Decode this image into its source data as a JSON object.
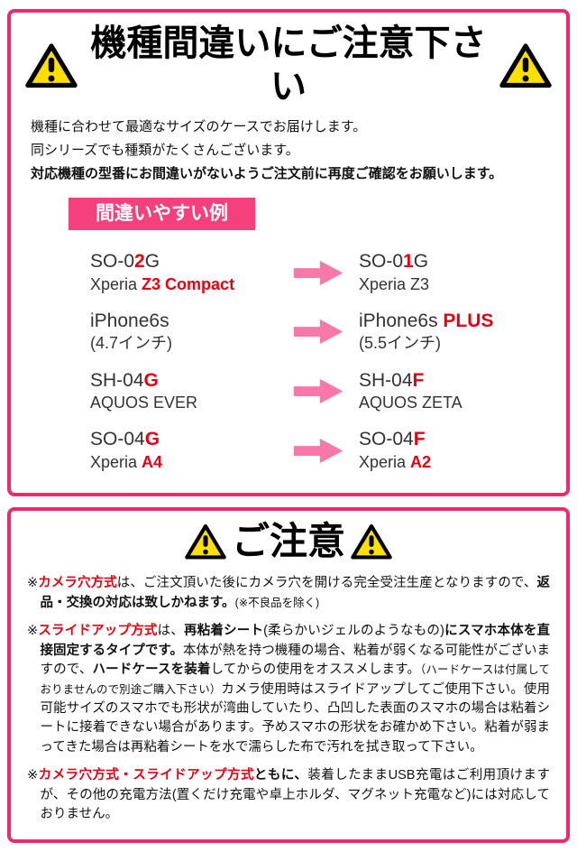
{
  "colors": {
    "border": "#ee2a6a",
    "badge": "#f4417e",
    "arrow": "#f778a9",
    "red": "#e60012"
  },
  "icons": {
    "warning": "warning-triangle",
    "arrow": "arrow-right"
  },
  "section1": {
    "title": "機種間違いにご注意下さい",
    "intro": [
      [
        {
          "t": "機種に合わせて最適なサイズのケースでお届けします。"
        }
      ],
      [
        {
          "t": "同シリーズでも種類がたくさんございます。"
        }
      ],
      [
        {
          "t": "対応機種の型番にお間違いがないようご注文前に再度ご確認をお願いします。",
          "b": true
        }
      ]
    ],
    "badge": "間違いやすい例",
    "examples": [
      {
        "wrong": {
          "line1": [
            {
              "t": "SO-0"
            },
            {
              "t": "2",
              "r": true
            },
            {
              "t": "G"
            }
          ],
          "line2": [
            {
              "t": "Xperia "
            },
            {
              "t": "Z3 Compact",
              "r": true
            }
          ]
        },
        "correct": {
          "line1": [
            {
              "t": "SO-0"
            },
            {
              "t": "1",
              "r": true
            },
            {
              "t": "G"
            }
          ],
          "line2": [
            {
              "t": "Xperia Z3"
            }
          ]
        }
      },
      {
        "wrong": {
          "line1": [
            {
              "t": "iPhone6s"
            }
          ],
          "line2": [
            {
              "t": "(4.7インチ)"
            }
          ]
        },
        "correct": {
          "line1": [
            {
              "t": "iPhone6s "
            },
            {
              "t": "PLUS",
              "r": true
            }
          ],
          "line2": [
            {
              "t": "(5.5インチ)"
            }
          ]
        }
      },
      {
        "wrong": {
          "line1": [
            {
              "t": "SH-04"
            },
            {
              "t": "G",
              "r": true
            }
          ],
          "line2": [
            {
              "t": "AQUOS EVER"
            }
          ]
        },
        "correct": {
          "line1": [
            {
              "t": "SH-04"
            },
            {
              "t": "F",
              "r": true
            }
          ],
          "line2": [
            {
              "t": "AQUOS ZETA"
            }
          ]
        }
      },
      {
        "wrong": {
          "line1": [
            {
              "t": "SO-04"
            },
            {
              "t": "G",
              "r": true
            }
          ],
          "line2": [
            {
              "t": "Xperia "
            },
            {
              "t": "A4",
              "r": true
            }
          ]
        },
        "correct": {
          "line1": [
            {
              "t": "SO-04"
            },
            {
              "t": "F",
              "r": true
            }
          ],
          "line2": [
            {
              "t": "Xperia "
            },
            {
              "t": "A2",
              "r": true
            }
          ]
        }
      }
    ]
  },
  "section2": {
    "title": "ご注意",
    "notes": [
      [
        {
          "t": "※"
        },
        {
          "t": "カメラ穴方式",
          "r": true
        },
        {
          "t": "は、ご注文頂いた後にカメラ穴を開ける完全受注生産となりますので、"
        },
        {
          "t": "返品・交換の対応は致しかねます。",
          "b": true
        },
        {
          "t": "(※不良品を除く)",
          "s": true
        }
      ],
      [
        {
          "t": "※"
        },
        {
          "t": "スライドアップ方式",
          "r": true
        },
        {
          "t": "は、"
        },
        {
          "t": "再粘着シート",
          "b": true
        },
        {
          "t": "(柔らかいジェルのようなもの)"
        },
        {
          "t": "にスマホ本体を直接固定する",
          "b": true
        },
        {
          "t": "タイプです。",
          "b": true
        },
        {
          "t": "本体が熱を持つ機種の場合、粘着が弱くなる可能性がございますので、"
        },
        {
          "t": "ハードケースを装着",
          "b": true
        },
        {
          "t": "してからの使用をオススメします。"
        },
        {
          "t": "（ハードケースは付属しておりませんので別途ご購入下さい）",
          "s": true
        },
        {
          "t": "カメラ使用時はスライドアップしてご使用下さい。"
        },
        {
          "t": "使用可能サイズのスマホでも形状が湾曲していたり、凸凹した表面のスマホの場合は粘着シートに接着できない場合があります。予めスマホの形状をお確かめ下さい。"
        },
        {
          "t": "粘着が弱まってきた場合は再粘着シートを水で濡らした布で汚れを拭き取って下さい。"
        }
      ],
      [
        {
          "t": "※"
        },
        {
          "t": "カメラ穴方式・スライドアップ方式",
          "r": true
        },
        {
          "t": "ともに、",
          "b": true
        },
        {
          "t": "装着したままUSB充電はご利用頂けますが、その他の充電方法(置くだけ充電や卓上ホルダ、マグネット充電など)には対応しておりません。"
        }
      ]
    ]
  }
}
